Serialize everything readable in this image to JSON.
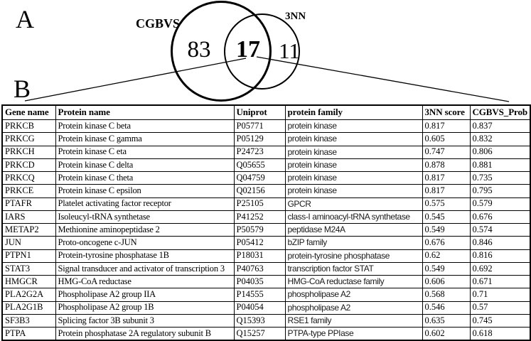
{
  "panels": {
    "a": "A",
    "b": "B"
  },
  "colors": {
    "ink": "#000000",
    "background": "#ffffff",
    "border": "#000000"
  },
  "chart_data": [
    {
      "type": "venn",
      "sets": [
        {
          "label": "CGBVS",
          "only_count": "83"
        },
        {
          "label": "3NN",
          "only_count": "11"
        }
      ],
      "overlap_count": "17"
    },
    {
      "type": "table",
      "columns": [
        "Gene name",
        "Protein name",
        "Uniprot",
        "protein family",
        "3NN score",
        "CGBVS_Prob"
      ],
      "rows": [
        [
          "PRKCB",
          "Protein kinase C beta",
          "P05771",
          "protein kinase",
          "0.817",
          "0.837"
        ],
        [
          "PRKCG",
          "Protein kinase C gamma",
          "P05129",
          "protein kinase",
          "0.605",
          "0.832"
        ],
        [
          "PRKCH",
          "Protein kinase C eta",
          "P24723",
          "protein kinase",
          "0.747",
          "0.806"
        ],
        [
          "PRKCD",
          "Protein kinase C delta",
          "Q05655",
          "protein kinase",
          "0.878",
          "0.881"
        ],
        [
          "PRKCQ",
          "Protein kinase C theta",
          "Q04759",
          "protein kinase",
          "0.817",
          "0.735"
        ],
        [
          "PRKCE",
          "Protein kinase C epsilon",
          "Q02156",
          "protein kinase",
          "0.817",
          "0.795"
        ],
        [
          "PTAFR",
          "Platelet activating factor receptor",
          "P25105",
          "GPCR",
          "0.575",
          "0.579"
        ],
        [
          "IARS",
          "Isoleucyl-tRNA synthetase",
          "P41252",
          "class-I aminoacyl-tRNA synthetase",
          "0.545",
          "0.676"
        ],
        [
          "METAP2",
          "Methionine aminopeptidase 2",
          "P50579",
          "peptidase M24A",
          "0.549",
          "0.574"
        ],
        [
          "JUN",
          "Proto-oncogene c-JUN",
          "P05412",
          "bZIP family",
          "0.676",
          "0.846"
        ],
        [
          "PTPN1",
          "Protein-tyrosine phosphatase 1B",
          "P18031",
          "protein-tyrosine phosphatase",
          "0.62",
          "0.816"
        ],
        [
          "STAT3",
          "Signal transducer and activator of transcription 3",
          "P40763",
          "transcription factor STAT",
          "0.549",
          "0.692"
        ],
        [
          "HMGCR",
          "HMG-CoA reductase",
          "P04035",
          "HMG-CoA reductase family",
          "0.606",
          "0.671"
        ],
        [
          "PLA2G2A",
          "Phospholipase A2 group IIA",
          "P14555",
          "phospholipase A2",
          "0.568",
          "0.71"
        ],
        [
          "PLA2G1B",
          "Phospholipase A2 group 1B",
          "P04054",
          "phospholipase A2",
          "0.546",
          "0.57"
        ],
        [
          "SF3B3",
          "Splicing factor 3B subunit 3",
          "Q15393",
          "RSE1 family",
          "0.635",
          "0.745"
        ],
        [
          "PTPA",
          "Protein phosphatase 2A regulatory subunit B",
          "Q15257",
          "PTPA-type PPIase",
          "0.602",
          "0.618"
        ]
      ]
    }
  ]
}
